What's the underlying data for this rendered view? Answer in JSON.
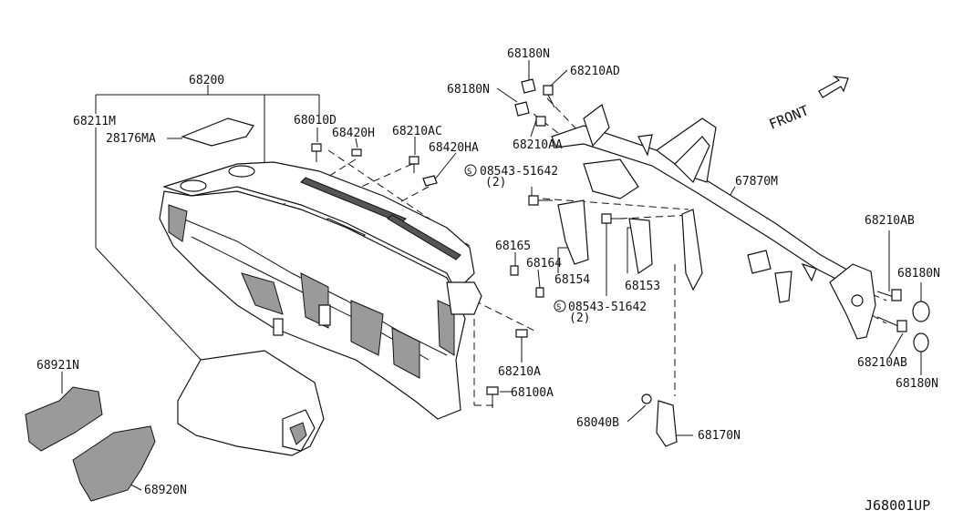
{
  "labels": {
    "p68200": "68200",
    "p68211M": "68211M",
    "p28176MA": "28176MA",
    "p68010D": "68010D",
    "p68420H": "68420H",
    "p68210AC": "68210AC",
    "p68420HA": "68420HA",
    "p68180N_top": "68180N",
    "p68210AD": "68210AD",
    "p68180N_left": "68180N",
    "p68210AA": "68210AA",
    "p08543_top": "08543-51642",
    "p08543_top_qty": "(2)",
    "front": "FRONT",
    "p67870M": "67870M",
    "p68210AB_top": "68210AB",
    "p68180N_right": "68180N",
    "p68165": "68165",
    "p68164": "68164",
    "p68154": "68154",
    "p68153": "68153",
    "p08543_bot": "08543-51642",
    "p08543_bot_qty": "(2)",
    "p68210A": "68210A",
    "p68100A": "68100A",
    "p68210AB_bot": "68210AB",
    "p68180N_bot": "68180N",
    "p68921N": "68921N",
    "p68920N": "68920N",
    "p68040B": "68040B",
    "p68170N": "68170N",
    "diagram_code": "J68001UP",
    "screw_symbol": "S"
  }
}
